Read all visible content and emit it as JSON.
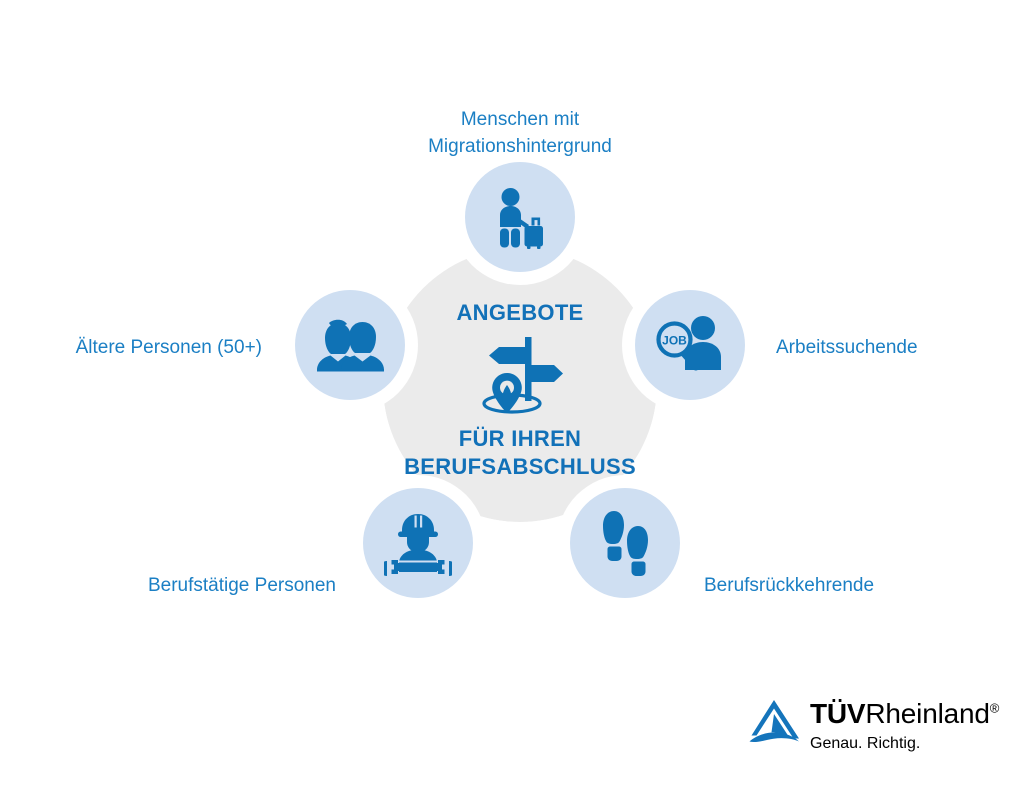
{
  "graphic": {
    "type": "hub-and-spoke infographic",
    "center": {
      "heading_top": "ANGEBOTE",
      "heading_bottom_line1": "FÜR IHREN",
      "heading_bottom_line2": "BERUFSABSCHLUSS",
      "icon": "signpost-location-icon"
    },
    "nodes": [
      {
        "id": "migration",
        "label_line1": "Menschen mit",
        "label_line2": "Migrationshintergrund",
        "icon": "traveler-with-suitcase-icon"
      },
      {
        "id": "older",
        "label": "Ältere Personen (50+)",
        "icon": "two-older-people-icon"
      },
      {
        "id": "seeking",
        "label": "Arbeitssuchende",
        "icon": "job-search-magnifier-person-icon"
      },
      {
        "id": "employed",
        "label": "Berufstätige Personen",
        "icon": "worker-hardhat-wrench-icon"
      },
      {
        "id": "returners",
        "label": "Berufsrückkehrende",
        "icon": "footprints-icon"
      }
    ]
  },
  "logo": {
    "brand_bold": "TÜV",
    "brand_regular": "Rheinland",
    "registered_mark": "®",
    "tagline": "Genau. Richtig.",
    "mark": "tuv-rheinland-triangle-icon"
  },
  "colors": {
    "accent_blue": "#1271b8",
    "icon_blue": "#0f72b5",
    "label_blue": "#1b7fc4",
    "circle_fill": "#cfdff2",
    "hub_gray": "#ebebeb",
    "background": "#ffffff",
    "logo_black": "#000000"
  }
}
